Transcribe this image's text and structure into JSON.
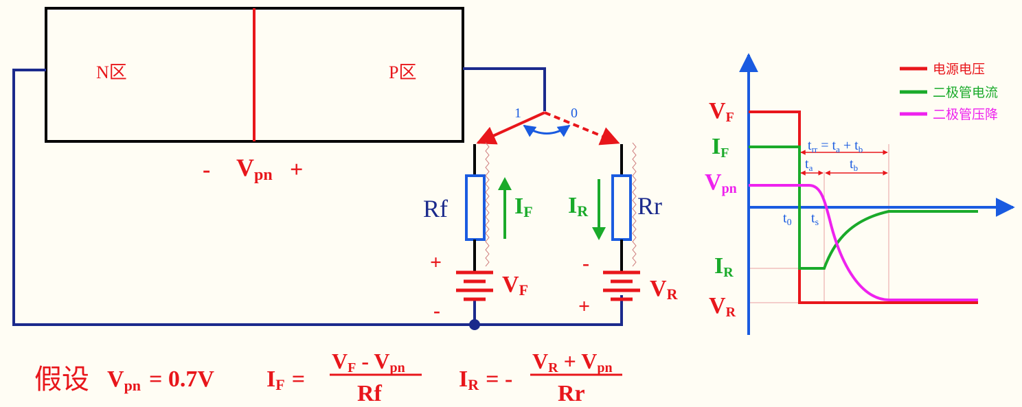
{
  "colors": {
    "background": "#fffdf4",
    "wire": "#1b2a8c",
    "red": "#e8161b",
    "green": "#1aaa2a",
    "magenta": "#ee22ee",
    "blue": "#1a5be0",
    "black": "#000000"
  },
  "diode": {
    "n_label": "N区",
    "p_label": "P区",
    "vpn_minus": "-",
    "vpn_symbol": "V",
    "vpn_sub": "pn",
    "vpn_plus": "+"
  },
  "switch": {
    "pos1": "1",
    "pos0": "0"
  },
  "left_branch": {
    "resistor": "Rf",
    "current": "I",
    "current_sub": "F",
    "source": "V",
    "source_sub": "F",
    "plus": "+",
    "minus": "-"
  },
  "right_branch": {
    "resistor": "Rr",
    "current": "I",
    "current_sub": "R",
    "source": "V",
    "source_sub": "R",
    "plus": "+",
    "minus": "-"
  },
  "formula": {
    "assume": "假设",
    "vpn_main": "V",
    "vpn_sub": "pn",
    "vpn_value": "= 0.7V",
    "if_main": "I",
    "if_sub": "F",
    "if_eq": "=",
    "if_num": [
      "V",
      "F",
      " - V",
      "pn"
    ],
    "if_den": "Rf",
    "ir_main": "I",
    "ir_sub": "R",
    "ir_eq": "= -",
    "ir_num": [
      "V",
      "R",
      " + V",
      "pn"
    ],
    "ir_den": "Rr"
  },
  "waveform": {
    "y_labels": [
      {
        "main": "V",
        "sub": "F"
      },
      {
        "main": "I",
        "sub": "F"
      },
      {
        "main": "V",
        "sub": "pn"
      },
      {
        "main": "I",
        "sub": "R"
      },
      {
        "main": "V",
        "sub": "R"
      }
    ],
    "t0": {
      "main": "t",
      "sub": "0"
    },
    "ts": {
      "main": "t",
      "sub": "s"
    },
    "ta": {
      "main": "t",
      "sub": "a"
    },
    "tb": {
      "main": "t",
      "sub": "b"
    },
    "trr": {
      "t1": "t",
      "s1": "rr",
      "eq": " = ",
      "t2": "t",
      "s2": "a",
      "plus": " + ",
      "t3": "t",
      "s3": "b"
    },
    "legend": [
      {
        "label": "电源电压",
        "color": "#e8161b"
      },
      {
        "label": "二极管电流",
        "color": "#1aaa2a"
      },
      {
        "label": "二极管压降",
        "color": "#ee22ee"
      }
    ]
  }
}
